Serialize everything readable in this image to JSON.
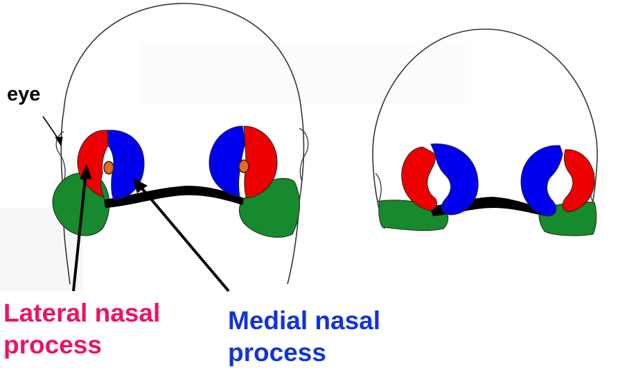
{
  "labels": {
    "eye": "eye",
    "lateral_line1": "Lateral nasal",
    "lateral_line2": "process",
    "medial_line1": "Medial nasal",
    "medial_line2": "process"
  },
  "colors": {
    "lateral_nasal_process": "#ee0000",
    "medial_nasal_process": "#0000ee",
    "maxillary_region": "#168a2c",
    "nasal_pit": "#e86a1a",
    "outline": "#000000",
    "lateral_label": "#ee1166",
    "medial_label": "#1133dd"
  }
}
